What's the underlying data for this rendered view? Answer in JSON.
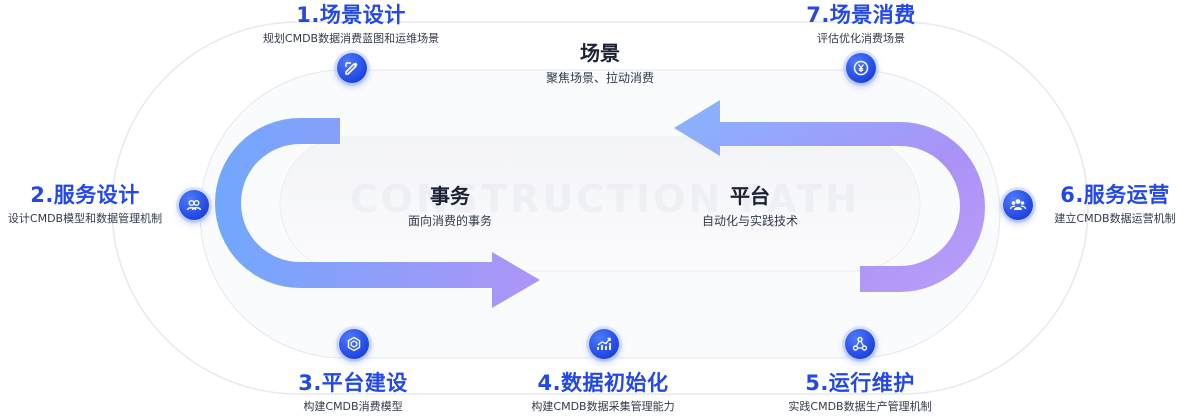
{
  "top_center": {
    "title": "场景",
    "subtitle": "聚焦场景、拉动消费"
  },
  "inner_left": {
    "title": "事务",
    "subtitle": "面向消费的事务"
  },
  "inner_right": {
    "title": "平台",
    "subtitle": "自动化与实践技术"
  },
  "watermark": "CONSTRUCTION PATH",
  "steps": [
    {
      "title": "1.场景设计",
      "desc": "规划CMDB数据消费蓝图和运维场景",
      "icon": "pen-ruler-icon"
    },
    {
      "title": "2.服务设计",
      "desc": "设计CMDB模型和数据管理机制",
      "icon": "team-icon"
    },
    {
      "title": "3.平台建设",
      "desc": "构建CMDB消费模型",
      "icon": "platform-hexagon-icon"
    },
    {
      "title": "4.数据初始化",
      "desc": "构建CMDB数据采集管理能力",
      "icon": "trend-chart-icon"
    },
    {
      "title": "5.运行维护",
      "desc": "实践CMDB数据生产管理机制",
      "icon": "nodes-icon"
    },
    {
      "title": "6.服务运营",
      "desc": "建立CMDB数据运营机制",
      "icon": "users-group-icon"
    },
    {
      "title": "7.场景消费",
      "desc": "评估优化消费场景",
      "icon": "yuan-coin-icon"
    }
  ],
  "colors": {
    "accent": "#2348e8",
    "arrow_blue": "#7fb0ff",
    "arrow_purple": "#a88cf5"
  }
}
